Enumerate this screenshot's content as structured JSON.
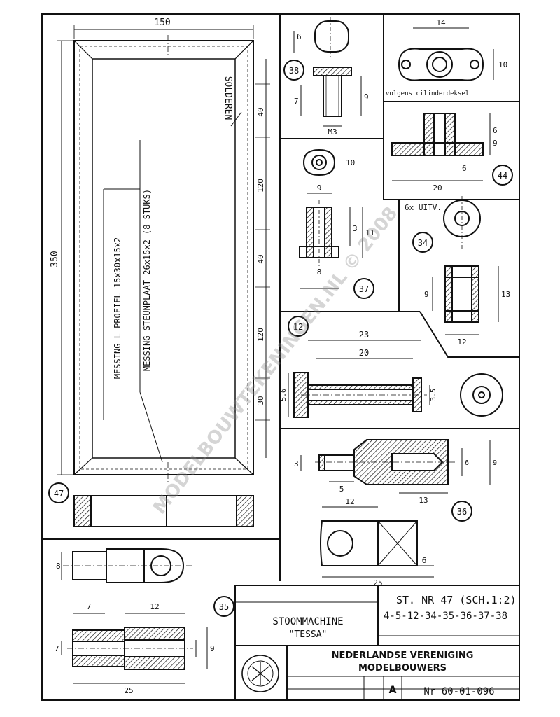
{
  "watermark": "MODELBOUWTEKENINGEN.NL © 2008",
  "parts": {
    "p47": {
      "number": "47",
      "dim_width": "150",
      "dim_height": "350",
      "dim_side_1": "40",
      "dim_side_2": "120",
      "dim_side_3": "40",
      "dim_side_4": "120",
      "dim_side_5": "30",
      "label_solder": "SOLDEREN",
      "label_profile": "MESSING L PROFIEL 15x30x15x2",
      "label_plate": "MESSING STEUNPLAAT 26x15x2 (8 STUKS)"
    },
    "p38": {
      "number": "38",
      "dim_a": "6",
      "dim_b": "7",
      "dim_c": "9",
      "dim_thread": "M3"
    },
    "p44": {
      "number": "44",
      "dim_len": "14",
      "dim_h": "10",
      "note": "volgens cilinderdeksel",
      "dim_a": "6",
      "dim_b": "9",
      "dim_c": "6",
      "dim_d": "20"
    },
    "p37": {
      "number": "37",
      "dim_a": "10",
      "dim_b": "9",
      "dim_c": "11",
      "dim_bore": "3",
      "dim_base": "8"
    },
    "p34": {
      "number": "34",
      "note": "6x UITV.",
      "dim_a": "9",
      "dim_b": "13",
      "dim_c": "12"
    },
    "p12": {
      "number": "12",
      "dim_total": "23",
      "dim_inner": "20",
      "dim_a": "5.6",
      "dim_b": "3.5"
    },
    "p36": {
      "number": "36",
      "dim_a": "3",
      "dim_b": "5",
      "dim_c": "13",
      "dim_d": "6",
      "dim_e": "9",
      "dim_f": "12",
      "dim_g": "6",
      "dim_h": "25"
    },
    "p35": {
      "number": "35",
      "dim_a": "8",
      "dim_b": "7",
      "dim_c": "12",
      "dim_d": "25",
      "dim_e": "9",
      "dim_f": "7"
    }
  },
  "title_block": {
    "model_label": "STOOMMACHINE",
    "model_name": "\"TESSA\"",
    "st_number": "ST. NR 47 (SCH.1:2)",
    "part_numbers": "4-5-12-34-35-36-37-38",
    "org_line1": "NEDERLANDSE VERENIGING",
    "org_line2": "MODELBOUWERS",
    "sheet_size": "A",
    "drawing_number": "Nr 60-01-096"
  }
}
